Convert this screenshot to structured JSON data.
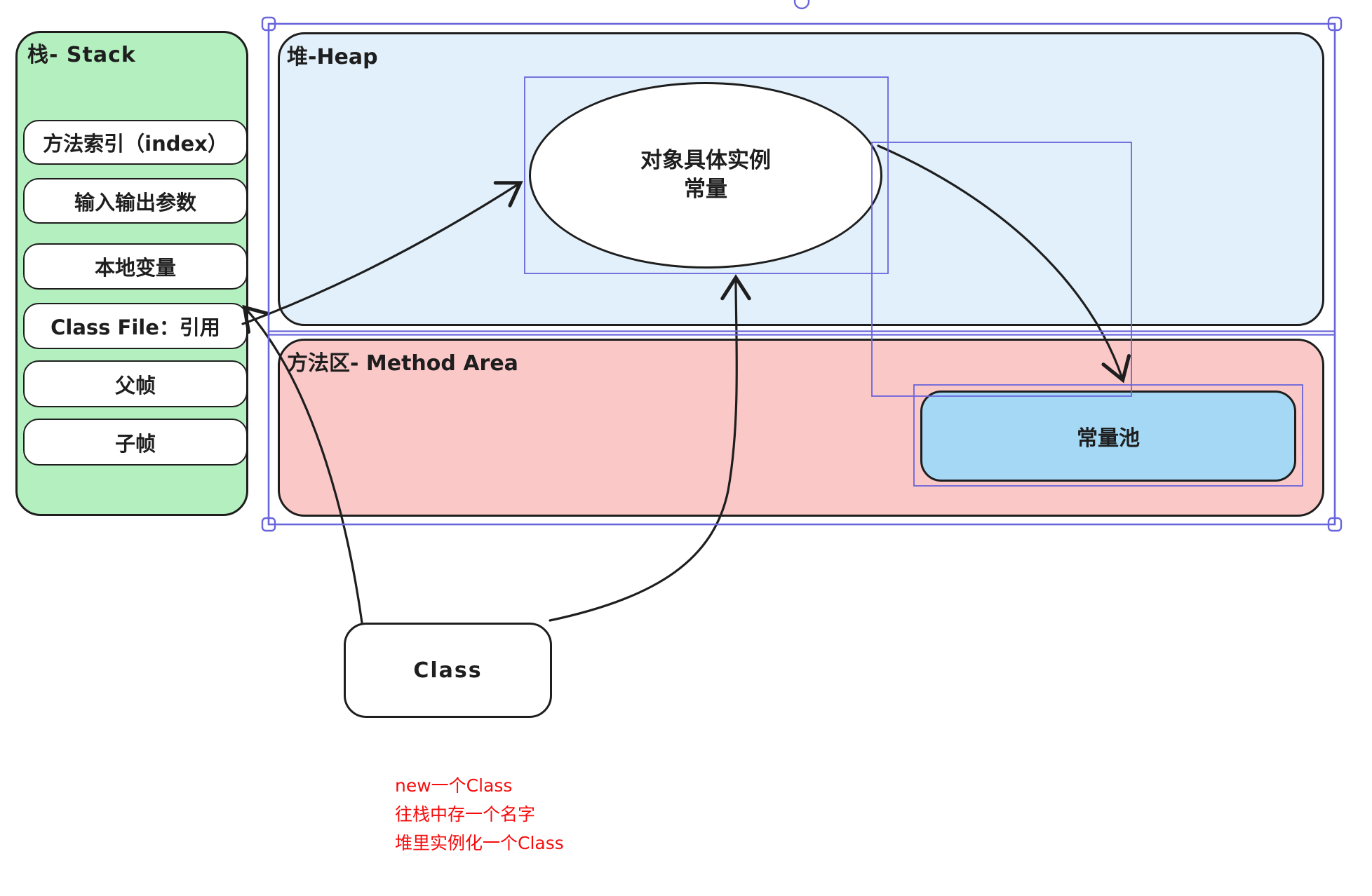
{
  "stack": {
    "title": "栈- Stack",
    "items": [
      "方法索引（index）",
      "输入输出参数",
      "本地变量",
      "Class File：引用",
      "父帧",
      "子帧"
    ]
  },
  "heap": {
    "title": "堆-Heap",
    "instance_ellipse": {
      "line1": "对象具体实例",
      "line2": "常量"
    }
  },
  "method_area": {
    "title": "方法区- Method Area",
    "constant_pool_label": "常量池"
  },
  "class_node": {
    "label": "Class"
  },
  "annotation": {
    "lines": [
      "new一个Class",
      "往栈中存一个名字",
      "堆里实例化一个Class"
    ],
    "color": "#f60c0c"
  },
  "arrows": [
    {
      "name": "stack-classfile-to-instance",
      "from": "Class File：引用",
      "to": "对象具体实例 常量"
    },
    {
      "from": "Class",
      "to": "Class File：引用",
      "name": "class-to-stack"
    },
    {
      "from": "Class",
      "to": "对象具体实例 常量",
      "name": "class-to-instance"
    },
    {
      "from": "对象具体实例 常量",
      "to": "常量池",
      "name": "instance-to-constant-pool"
    }
  ],
  "colors": {
    "stack_fill": "#b4f0bf",
    "heap_fill": "#e2f0fb",
    "method_area_fill": "#fbc8c8",
    "constant_pool_fill": "#a4d8f5",
    "stroke": "#1e1e1e",
    "selection": "#6965db",
    "annotation_red": "#f60c0c"
  }
}
